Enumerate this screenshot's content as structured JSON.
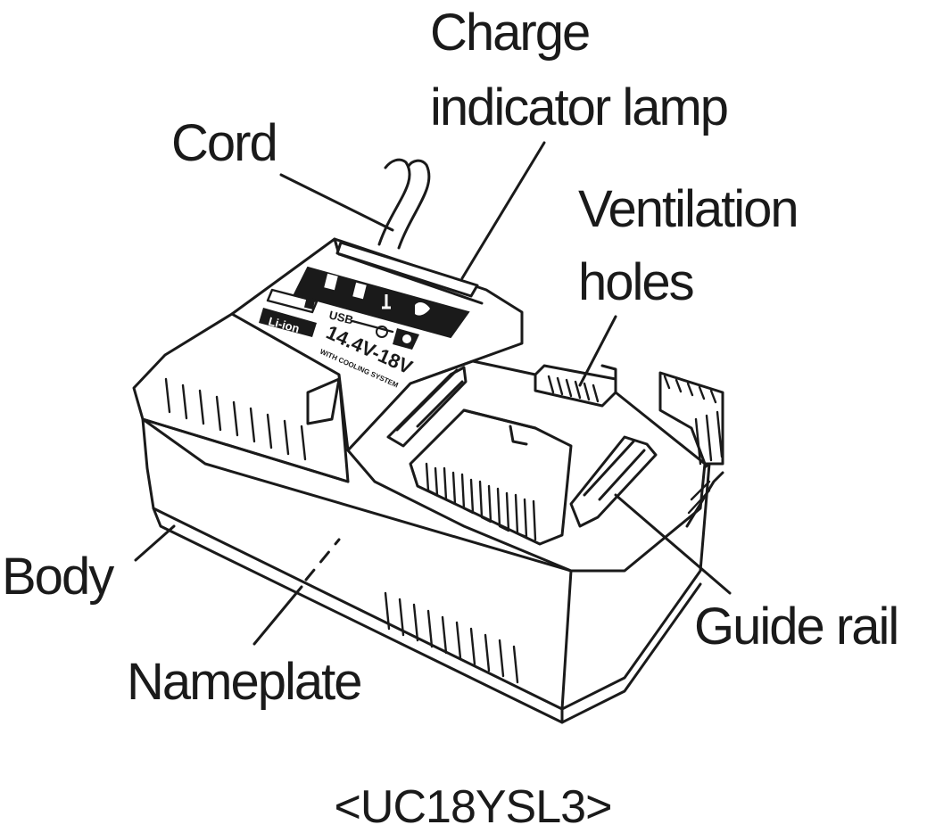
{
  "labels": {
    "charge_line1": "Charge",
    "charge_line2": "indicator lamp",
    "cord": "Cord",
    "ventilation_line1": "Ventilation",
    "ventilation_line2": "holes",
    "body": "Body",
    "guide_rail": "Guide rail",
    "nameplate": "Nameplate"
  },
  "panel": {
    "battery_type": "Li-ion",
    "usb": "USB",
    "voltage": "14.4V-18V",
    "cooling": "WITH COOLING SYSTEM"
  },
  "caption": "<UC18YSL3>"
}
